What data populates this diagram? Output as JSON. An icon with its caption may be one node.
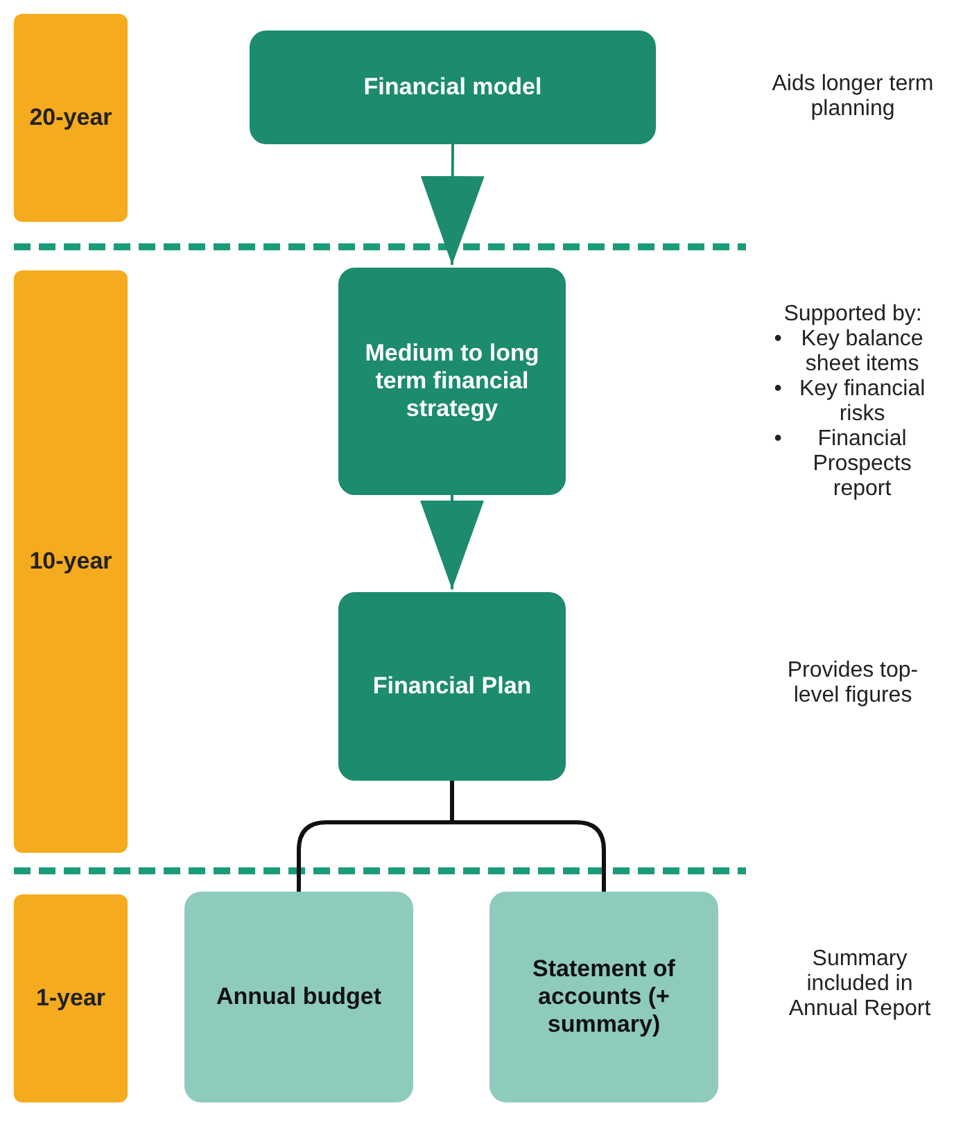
{
  "diagram": {
    "nodes": [
      {
        "text": [
          "20-year"
        ]
      },
      {
        "text": [
          "Financial model"
        ]
      },
      {
        "text": [
          "10-year"
        ]
      },
      {
        "text": [
          "Medium to long term financial strategy"
        ]
      },
      {
        "text": [
          "Financial Plan"
        ]
      },
      {
        "text": [
          "1-year"
        ]
      },
      {
        "text": [
          "Annual budget"
        ]
      },
      {
        "text": [
          "Statement of accounts (+ summary)"
        ]
      }
    ],
    "edges": [
      {
        "from": 1,
        "to": 3,
        "arrow": "to"
      },
      {
        "from": 3,
        "to": 4,
        "arrow": "to"
      },
      {
        "from": 4,
        "to": 6,
        "arrow": "none",
        "color": "#111111"
      },
      {
        "from": 4,
        "to": 7,
        "arrow": "none",
        "color": "#111111"
      }
    ],
    "labels": [
      "Aids longer term planning",
      "Supported by:",
      "•",
      "Key balance sheet items",
      "•",
      "Key financial risks",
      "•",
      "Financial Prospects report",
      "Provides top-level figures",
      "Summary included in Annual Report"
    ]
  }
}
